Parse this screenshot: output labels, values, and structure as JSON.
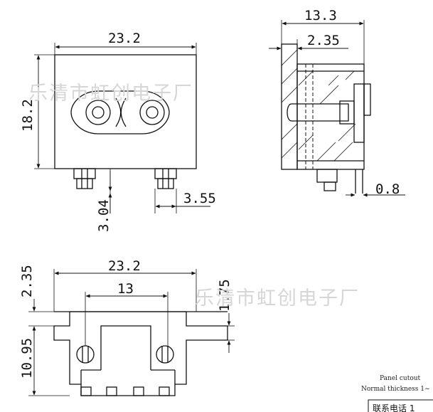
{
  "dimensions": {
    "front_width": "23.2",
    "front_height": "18.2",
    "pin_depth": "3.04",
    "pin_offset": "3.55",
    "side_depth": "13.3",
    "side_flange": "2.35",
    "side_pin": "0.8",
    "cutout_width": "23.2",
    "cutout_inner": "13",
    "cutout_left_vertical": "2.35",
    "cutout_right_vertical": "1.75",
    "cutout_height": "10.95"
  },
  "watermark": {
    "text": "乐清市虹创电子厂"
  },
  "notes": {
    "panel_cutout": "Panel cutout",
    "normal_thickness": "Normal thickness 1~",
    "contact_phone": "联系电话 1"
  },
  "colors": {
    "line": "#111111",
    "watermark": "#d6d6d6",
    "background": "#ffffff"
  }
}
